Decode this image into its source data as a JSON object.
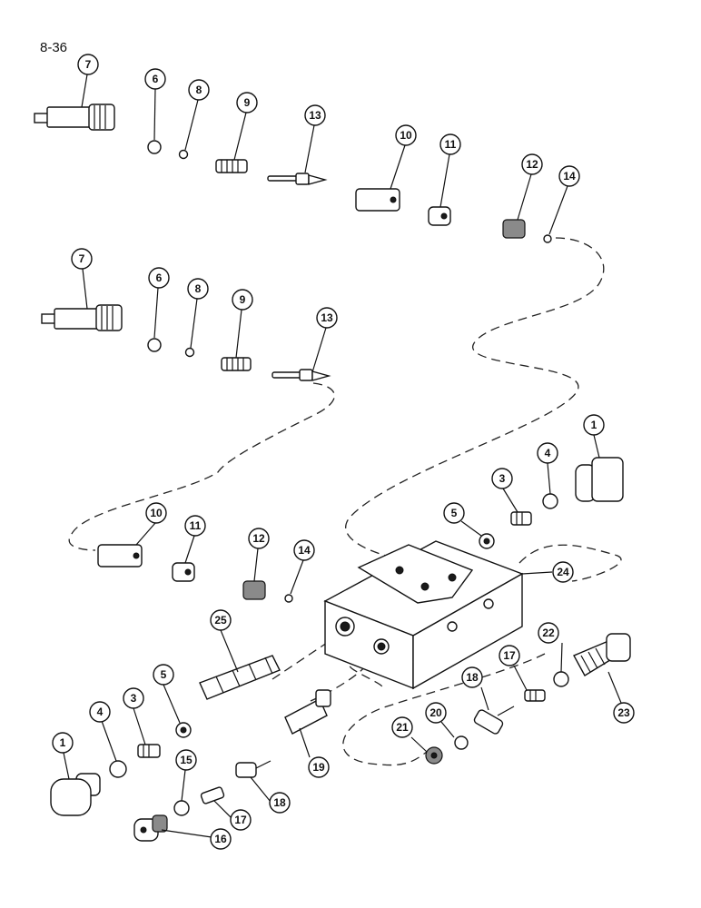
{
  "page": {
    "label": "8-36"
  },
  "callouts": {
    "c7a": "7",
    "c6a": "6",
    "c8a": "8",
    "c9a": "9",
    "c13a": "13",
    "c10a": "10",
    "c11a": "11",
    "c12a": "12",
    "c14a": "14",
    "c7b": "7",
    "c6b": "6",
    "c8b": "8",
    "c9b": "9",
    "c13b": "13",
    "c1a": "1",
    "c4a": "4",
    "c3a": "3",
    "c5a": "5",
    "c10b": "10",
    "c11b": "11",
    "c12b": "12",
    "c14b": "14",
    "c24": "24",
    "c25": "25",
    "c22": "22",
    "c17a": "17",
    "c18a": "18",
    "c23": "23",
    "c20": "20",
    "c21": "21",
    "c1b": "1",
    "c4b": "4",
    "c3b": "3",
    "c5b": "5",
    "c15": "15",
    "c19": "19",
    "c18b": "18",
    "c17b": "17",
    "c16": "16"
  }
}
